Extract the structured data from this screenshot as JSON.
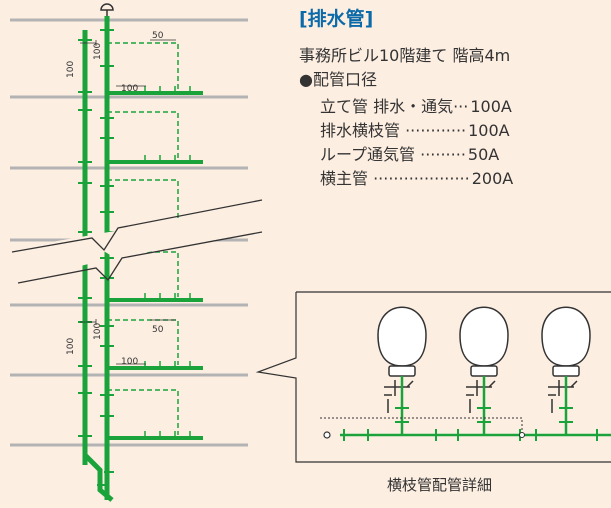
{
  "header": {
    "title": "[排水管]",
    "building": "事務所ビル10階建て 階高4m",
    "diameter_heading": "●配管口径"
  },
  "specs": [
    {
      "label": "立て管 排水・通気···",
      "value": "100A"
    },
    {
      "label": "排水横枝管 ············",
      "value": "100A"
    },
    {
      "label": "ループ通気管 ·········",
      "value": "50A"
    },
    {
      "label": "横主管 ···················",
      "value": "200A"
    }
  ],
  "riser_labels": {
    "upper": {
      "loop_vent": "50",
      "branch": "100",
      "stack_drain": "100",
      "stack_vent": "100"
    },
    "lower": {
      "loop_vent": "50",
      "branch": "100",
      "stack_drain": "100",
      "stack_vent": "100"
    }
  },
  "detail": {
    "caption": "横枝管配管詳細"
  },
  "colors": {
    "background": "#fdeee2",
    "pipe_green": "#1aa33b",
    "floor_gray": "#b3b3b3",
    "title_blue": "#0b6aa8"
  }
}
